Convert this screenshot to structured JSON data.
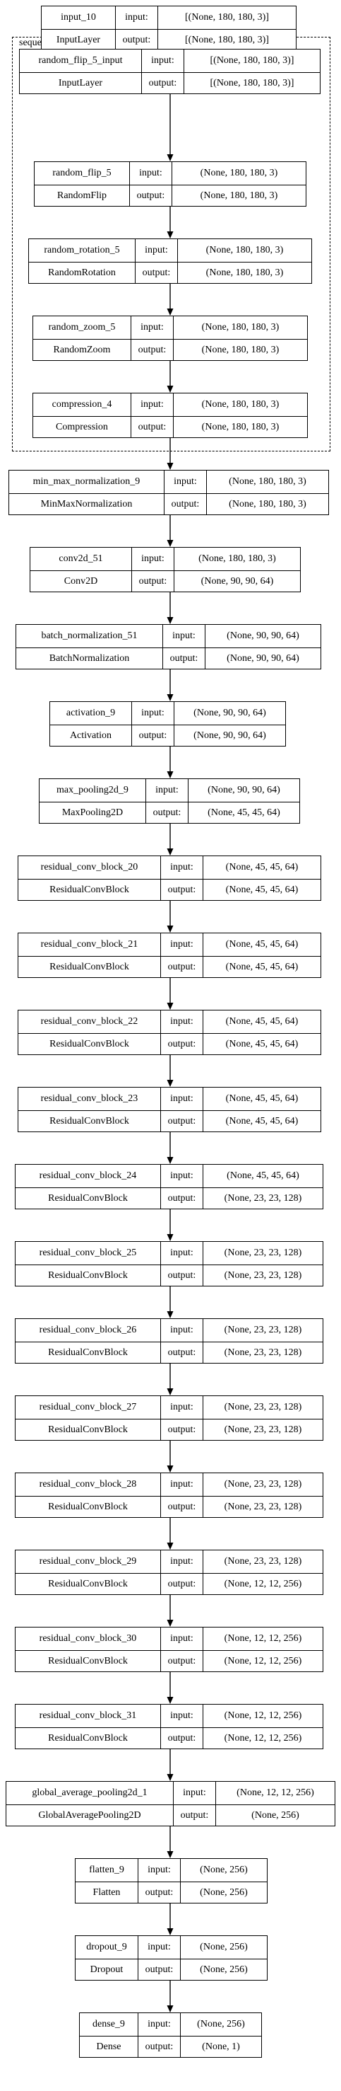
{
  "diagram": {
    "nodes": [
      {
        "name": "input_10",
        "type": "InputLayer",
        "input": "[(None, 180, 180, 3)]",
        "output": "[(None, 180, 180, 3)]"
      },
      {
        "name": "random_flip_5_input",
        "type": "InputLayer",
        "input": "[(None, 180, 180, 3)]",
        "output": "[(None, 180, 180, 3)]"
      },
      {
        "name": "random_flip_5",
        "type": "RandomFlip",
        "input": "(None, 180, 180, 3)",
        "output": "(None, 180, 180, 3)"
      },
      {
        "name": "random_rotation_5",
        "type": "RandomRotation",
        "input": "(None, 180, 180, 3)",
        "output": "(None, 180, 180, 3)"
      },
      {
        "name": "random_zoom_5",
        "type": "RandomZoom",
        "input": "(None, 180, 180, 3)",
        "output": "(None, 180, 180, 3)"
      },
      {
        "name": "compression_4",
        "type": "Compression",
        "input": "(None, 180, 180, 3)",
        "output": "(None, 180, 180, 3)"
      },
      {
        "name": "min_max_normalization_9",
        "type": "MinMaxNormalization",
        "input": "(None, 180, 180, 3)",
        "output": "(None, 180, 180, 3)"
      },
      {
        "name": "conv2d_51",
        "type": "Conv2D",
        "input": "(None, 180, 180, 3)",
        "output": "(None, 90, 90, 64)"
      },
      {
        "name": "batch_normalization_51",
        "type": "BatchNormalization",
        "input": "(None, 90, 90, 64)",
        "output": "(None, 90, 90, 64)"
      },
      {
        "name": "activation_9",
        "type": "Activation",
        "input": "(None, 90, 90, 64)",
        "output": "(None, 90, 90, 64)"
      },
      {
        "name": "max_pooling2d_9",
        "type": "MaxPooling2D",
        "input": "(None, 90, 90, 64)",
        "output": "(None, 45, 45, 64)"
      },
      {
        "name": "residual_conv_block_20",
        "type": "ResidualConvBlock",
        "input": "(None, 45, 45, 64)",
        "output": "(None, 45, 45, 64)"
      },
      {
        "name": "residual_conv_block_21",
        "type": "ResidualConvBlock",
        "input": "(None, 45, 45, 64)",
        "output": "(None, 45, 45, 64)"
      },
      {
        "name": "residual_conv_block_22",
        "type": "ResidualConvBlock",
        "input": "(None, 45, 45, 64)",
        "output": "(None, 45, 45, 64)"
      },
      {
        "name": "residual_conv_block_23",
        "type": "ResidualConvBlock",
        "input": "(None, 45, 45, 64)",
        "output": "(None, 45, 45, 64)"
      },
      {
        "name": "residual_conv_block_24",
        "type": "ResidualConvBlock",
        "input": "(None, 45, 45, 64)",
        "output": "(None, 23, 23, 128)"
      },
      {
        "name": "residual_conv_block_25",
        "type": "ResidualConvBlock",
        "input": "(None, 23, 23, 128)",
        "output": "(None, 23, 23, 128)"
      },
      {
        "name": "residual_conv_block_26",
        "type": "ResidualConvBlock",
        "input": "(None, 23, 23, 128)",
        "output": "(None, 23, 23, 128)"
      },
      {
        "name": "residual_conv_block_27",
        "type": "ResidualConvBlock",
        "input": "(None, 23, 23, 128)",
        "output": "(None, 23, 23, 128)"
      },
      {
        "name": "residual_conv_block_28",
        "type": "ResidualConvBlock",
        "input": "(None, 23, 23, 128)",
        "output": "(None, 23, 23, 128)"
      },
      {
        "name": "residual_conv_block_29",
        "type": "ResidualConvBlock",
        "input": "(None, 23, 23, 128)",
        "output": "(None, 12, 12, 256)"
      },
      {
        "name": "residual_conv_block_30",
        "type": "ResidualConvBlock",
        "input": "(None, 12, 12, 256)",
        "output": "(None, 12, 12, 256)"
      },
      {
        "name": "residual_conv_block_31",
        "type": "ResidualConvBlock",
        "input": "(None, 12, 12, 256)",
        "output": "(None, 12, 12, 256)"
      },
      {
        "name": "global_average_pooling2d_1",
        "type": "GlobalAveragePooling2D",
        "input": "(None, 12, 12, 256)",
        "output": "(None, 256)"
      },
      {
        "name": "flatten_9",
        "type": "Flatten",
        "input": "(None, 256)",
        "output": "(None, 256)"
      },
      {
        "name": "dropout_9",
        "type": "Dropout",
        "input": "(None, 256)",
        "output": "(None, 256)"
      },
      {
        "name": "dense_9",
        "type": "Dense",
        "input": "(None, 256)",
        "output": "(None, 1)"
      }
    ],
    "cluster_label": "sequential_9",
    "input_label": "input:",
    "output_label": "output:"
  }
}
